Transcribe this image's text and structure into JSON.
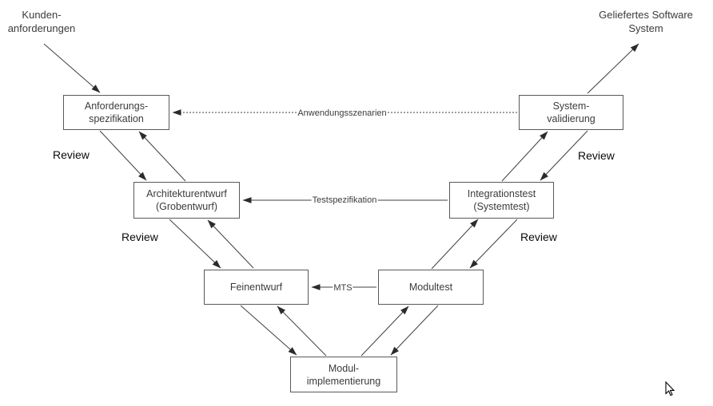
{
  "diagram": {
    "kind": "v-model-software-process"
  },
  "external_labels": {
    "customer_requirements": "Kunden-\nanforderungen",
    "delivered_system": "Geliefertes Software\nSystem"
  },
  "nodes": {
    "requirements_spec": "Anforderungs-\nspezifikation",
    "system_validation": "System-\nvalidierung",
    "architecture_design": "Architekturentwurf\n(Grobentwurf)",
    "integration_test": "Integrationstest\n(Systemtest)",
    "detailed_design": "Feinentwurf",
    "module_test": "Modultest",
    "module_implementation": "Modul-\nimplementierung"
  },
  "connector_labels": {
    "application_scenarios": "Anwendungsszenarien",
    "test_specification": "Testspezifikation",
    "module_test_spec": "MTS"
  },
  "review_label": "Review",
  "icons": {
    "cursor": "mouse-pointer-icon"
  },
  "colors": {
    "background": "#ffffff",
    "box_border": "#595959",
    "box_fill": "#ffffff",
    "line": "#3f3f3f",
    "text": "#3b3b3b",
    "review_text": "#0a0a0a"
  }
}
